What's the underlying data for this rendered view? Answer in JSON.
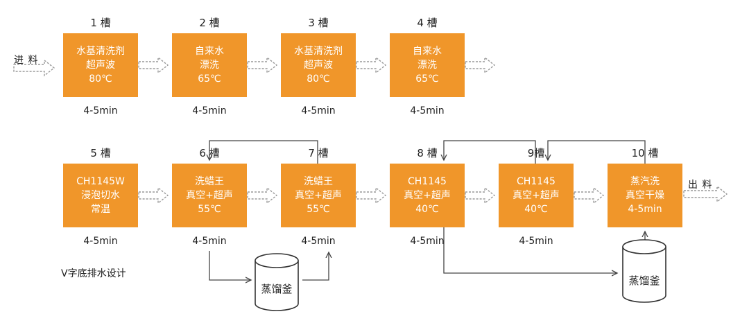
{
  "colors": {
    "box": "#f0962a",
    "box_text": "#ffffff",
    "line": "#444444",
    "dashed_arrow": "#999999"
  },
  "labels": {
    "in": "进 料",
    "out": "出 料",
    "note": "V字底排水设计",
    "vessel": "蒸馏釜"
  },
  "tanks": [
    {
      "slot": "1 槽",
      "lines": [
        "水基清洗剂",
        "超声波",
        "80℃"
      ],
      "duration": "4-5min"
    },
    {
      "slot": "2 槽",
      "lines": [
        "自来水",
        "漂洗",
        "65℃"
      ],
      "duration": "4-5min"
    },
    {
      "slot": "3 槽",
      "lines": [
        "水基清洗剂",
        "超声波",
        "80℃"
      ],
      "duration": "4-5min"
    },
    {
      "slot": "4 槽",
      "lines": [
        "自来水",
        "漂洗",
        "65℃"
      ],
      "duration": "4-5min"
    },
    {
      "slot": "5 槽",
      "lines": [
        "CH1145W",
        "浸泡切水",
        "常温"
      ],
      "duration": "4-5min"
    },
    {
      "slot": "6 槽",
      "lines": [
        "洗蜡王",
        "真空+超声",
        "55℃"
      ],
      "duration": "4-5min"
    },
    {
      "slot": "7 槽",
      "lines": [
        "洗蜡王",
        "真空+超声",
        "55℃"
      ],
      "duration": "4-5min"
    },
    {
      "slot": "8 槽",
      "lines": [
        "CH1145",
        "真空+超声",
        "40℃"
      ],
      "duration": "4-5min"
    },
    {
      "slot": "9槽",
      "lines": [
        "CH1145",
        "真空+超声",
        "40℃"
      ],
      "duration": "4-5min"
    },
    {
      "slot": "10 槽",
      "lines": [
        "蒸汽洗",
        "真空干燥",
        "4-5min"
      ],
      "duration": ""
    }
  ]
}
